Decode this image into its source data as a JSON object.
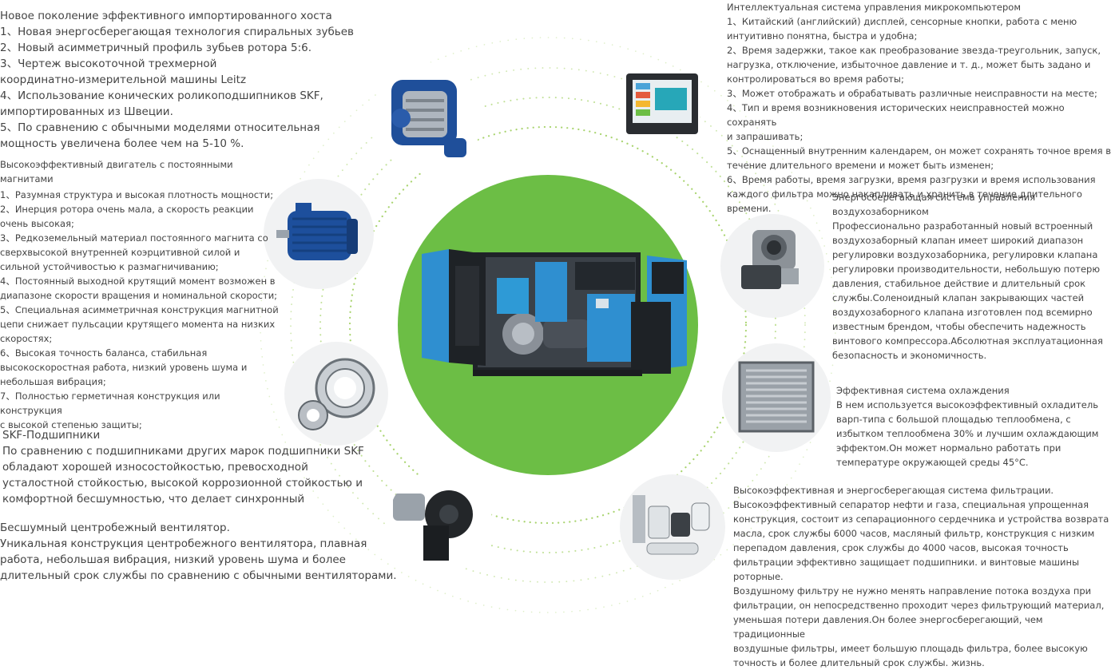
{
  "hosts": {
    "title": "Новое поколение эффективного импортированного хоста",
    "items": [
      "1、Новая энергосберегающая технология спиральных зубьев",
      "2、Новый асимметричный профиль зубьев ротора 5:6.",
      "3、Чертеж высокоточной трехмерной",
      "координатно-измерительной машины Leitz",
      "4、Использование конических роликоподшипников SKF,",
      "импортированных из Швеции.",
      "5、По сравнению с обычными моделями относительная",
      "мощность увеличена более чем на 5-10 %."
    ]
  },
  "motor": {
    "title_lines": [
      "Высокоэффективный двигатель с постоянными",
      "магнитами"
    ],
    "items": [
      "1、Разумная структура и высокая плотность мощности;",
      "2、Инерция ротора очень мала, а скорость реакции",
      "очень высокая;",
      "3、Редкоземельный материал постоянного магнита со",
      "сверхвысокой внутренней коэрцитивной силой и",
      "сильной устойчивостью к размагничиванию;",
      "4、Постоянный выходной крутящий момент возможен в",
      "диапазоне скорости вращения и номинальной скорости;",
      "5、Специальная асимметричная конструкция магнитной",
      "цепи снижает пульсации крутящего момента на низких",
      "скоростях;",
      "6、Высокая точность баланса, стабильная",
      "высокоскоростная работа, низкий уровень шума и",
      "небольшая вибрация;",
      "7、Полностью герметичная конструкция или конструкция",
      "с высокой степенью защиты;"
    ]
  },
  "skf": {
    "title": "SKF-Подшипники",
    "lines": [
      "По сравнению с подшипниками других марок подшипники SKF",
      "обладают хорошей износостойкостью, превосходной",
      "усталостной стойкостью, высокой коррозионной стойкостью и",
      "комфортной бесшумностью, что делает синхронный"
    ]
  },
  "fan": {
    "title": "Бесшумный центробежный вентилятор.",
    "lines": [
      "Уникальная конструкция центробежного вентилятора, плавная",
      "работа, небольшая вибрация, низкий уровень шума и более",
      "длительный срок службы по сравнению с обычными вентиляторами."
    ]
  },
  "control": {
    "title": "Интеллектуальная система управления микрокомпьютером",
    "items": [
      "1、Китайский (английский) дисплей, сенсорные кнопки, работа с меню",
      "интуитивно понятна, быстра и удобна;",
      "2、Время задержки, такое как преобразование звезда-треугольник, запуск,",
      "нагрузка, отключение, избыточное давление и т. д., может быть задано и",
      "контролироваться во время работы;",
      "3、Может отображать и обрабатывать различные неисправности на месте;",
      "4、Тип и время возникновения исторических неисправностей можно сохранять",
      "и запрашивать;",
      "5、Оснащенный внутренним календарем, он может сохранять точное время в",
      "течение длительного времени и может быть изменен;",
      "6、Время работы, время загрузки, время разгрузки и время использования",
      "каждого фильтра можно накапливать и хранить в течение длительного",
      "времени."
    ]
  },
  "intake": {
    "title_lines": [
      "Энергосберегающая система управления",
      "воздухозаборником"
    ],
    "lines": [
      "Профессионально разработанный новый встроенный",
      "воздухозаборный клапан имеет широкий диапазон",
      "регулировки воздухозаборника, регулировки клапана",
      "регулировки производительности, небольшую потерю",
      "давления, стабильное действие и длительный срок",
      "службы.Соленоидный клапан закрывающих частей",
      "воздухозаборного клапана изготовлен под всемирно",
      "известным брендом, чтобы обеспечить надежность",
      "винтового компрессора.Абсолютная эксплуатационная",
      "безопасность и экономичность."
    ]
  },
  "cooling": {
    "title": "Эффективная система охлаждения",
    "lines": [
      "В нем используется высокоэффективный охладитель",
      "варп-типа с большой площадью теплообмена, с",
      "избытком теплообмена 30% и лучшим охлаждающим",
      "эффектом.Он может нормально работать при",
      "температуре окружающей среды 45°C."
    ]
  },
  "filtration": {
    "title": "Высокоэффективная и энергосберегающая система фильтрации.",
    "lines": [
      "Высокоэффективный сепаратор нефти и газа, специальная упрощенная",
      "конструкция, состоит из сепарационного сердечника и устройства возврата",
      "масла, срок службы 6000 часов, масляный фильтр, конструкция с низким",
      "перепадом давления, срок службы до 4000 часов, высокая точность",
      "фильтрации эффективно защищает подшипники. и винтовые машины",
      "роторные.",
      "Воздушному фильтру не нужно менять направление потока воздуха при",
      "фильтрации, он непосредственно проходит через фильтрующий материал,",
      "уменьшая потери давления.Он более энергосберегающий, чем традиционные",
      "воздушные фильтры, имеет большую площадь фильтра, более высокую",
      "точность и более длительный срок службы. жизнь."
    ]
  },
  "colors": {
    "green": "#6cbe45",
    "blue": "#2f7fc4",
    "dots": "#8cc63f"
  }
}
